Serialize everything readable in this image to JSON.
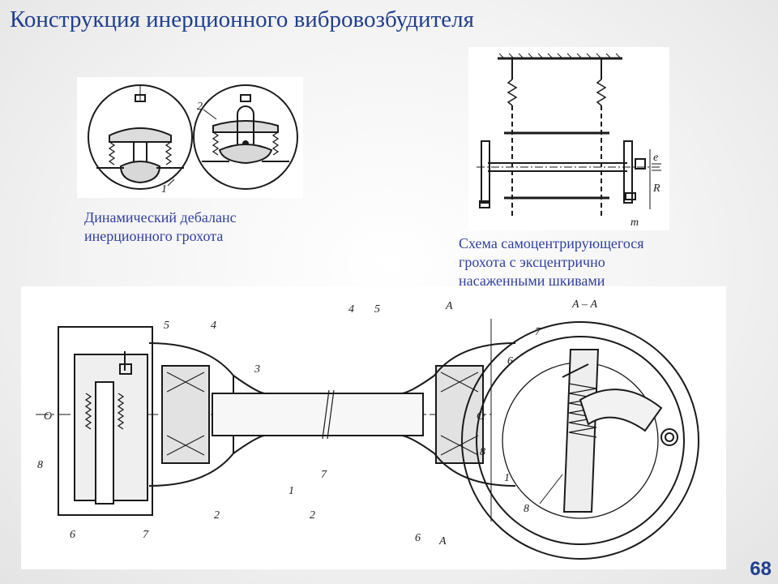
{
  "slide": {
    "title": "Конструкция инерционного вибровозбудителя",
    "page_number": "68"
  },
  "figure_unbalance": {
    "caption_lines": [
      "Динамический дебаланс",
      "инерционного грохота"
    ],
    "labels": [
      "2",
      "1"
    ]
  },
  "figure_selfcentering": {
    "caption_lines": [
      "Схема самоцентрирующегося",
      "грохота с эксцентрично",
      "насаженными шкивами"
    ],
    "labels": [
      "e",
      "R",
      "m"
    ]
  },
  "figure_exciter": {
    "section_title": "А – А",
    "labels": {
      "axis_left": "О",
      "axis_right": "О",
      "section_top": "А",
      "section_bottom": "А",
      "l1": "1",
      "l1b": "1",
      "l2": "2",
      "l2b": "2",
      "l3": "3",
      "l4": "4",
      "l4b": "4",
      "l5": "5",
      "l5b": "5",
      "l6": "6",
      "l6b": "6",
      "l6c": "6",
      "l7": "7",
      "l7b": "7",
      "l7c": "7",
      "l8": "8",
      "l8b": "8",
      "l8c": "8"
    }
  }
}
